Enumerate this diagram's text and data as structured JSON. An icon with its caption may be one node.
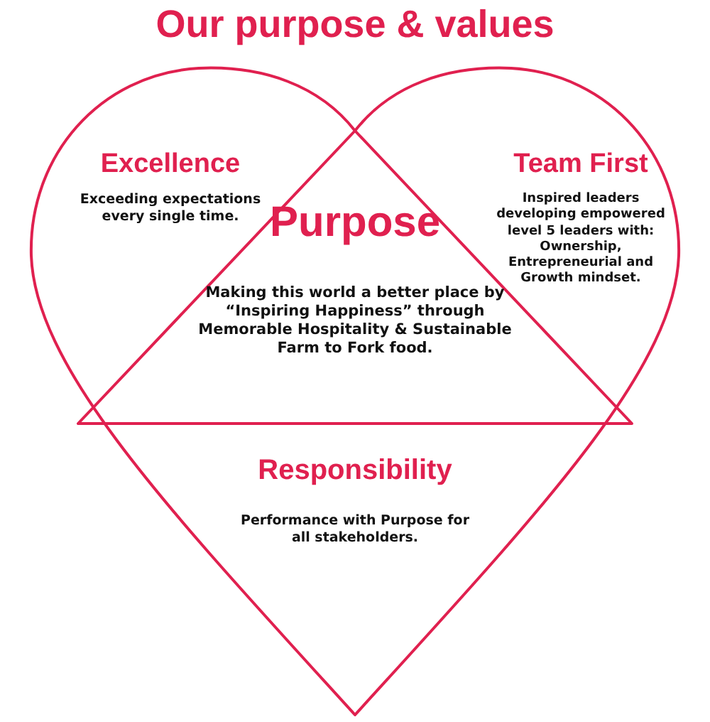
{
  "diagram": {
    "title": "Our purpose & values",
    "nodes": [
      {
        "text": [
          "Excellence",
          "Exceeding expectations every single time."
        ]
      },
      {
        "text": [
          "Team First",
          "Inspired leaders developing empowered level 5 leaders with: Ownership, Entrepreneurial and Growth mindset."
        ]
      },
      {
        "text": [
          "Purpose",
          "Making this world a better place by “Inspiring Happiness” through Memorable Hospitality & Sustainable Farm to Fork food."
        ]
      },
      {
        "text": [
          "Responsibility",
          "Performance with Purpose for all stakeholders."
        ]
      }
    ],
    "edges": []
  }
}
